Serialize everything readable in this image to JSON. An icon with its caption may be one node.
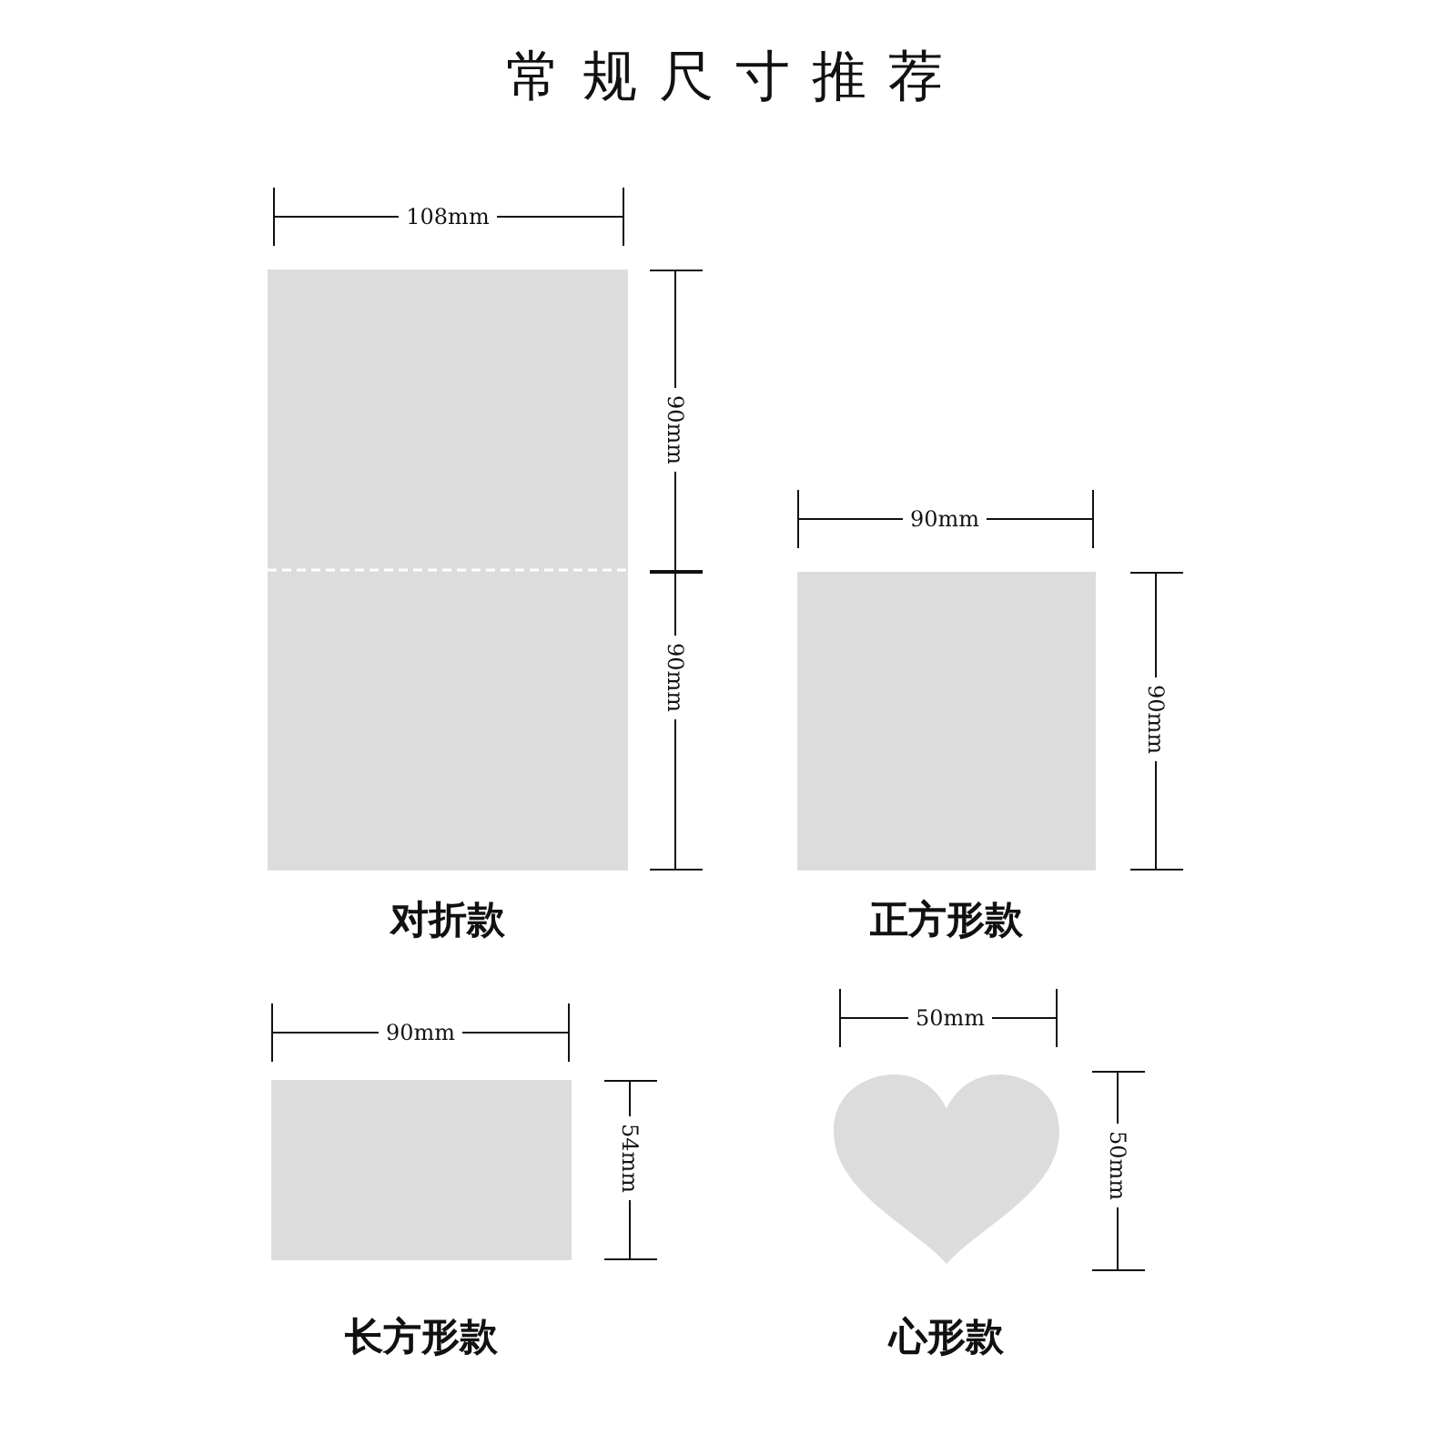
{
  "diagram": {
    "title": "常规尺寸推荐",
    "nodes": [
      {
        "text": [
          "对折款"
        ]
      },
      {
        "text": [
          "正方形款"
        ]
      },
      {
        "text": [
          "长方形款"
        ]
      },
      {
        "text": [
          "心形款"
        ]
      }
    ],
    "labels": [
      "108mm",
      "90mm",
      "90mm",
      "90mm",
      "90mm",
      "90mm",
      "54mm",
      "50mm",
      "50mm"
    ]
  }
}
